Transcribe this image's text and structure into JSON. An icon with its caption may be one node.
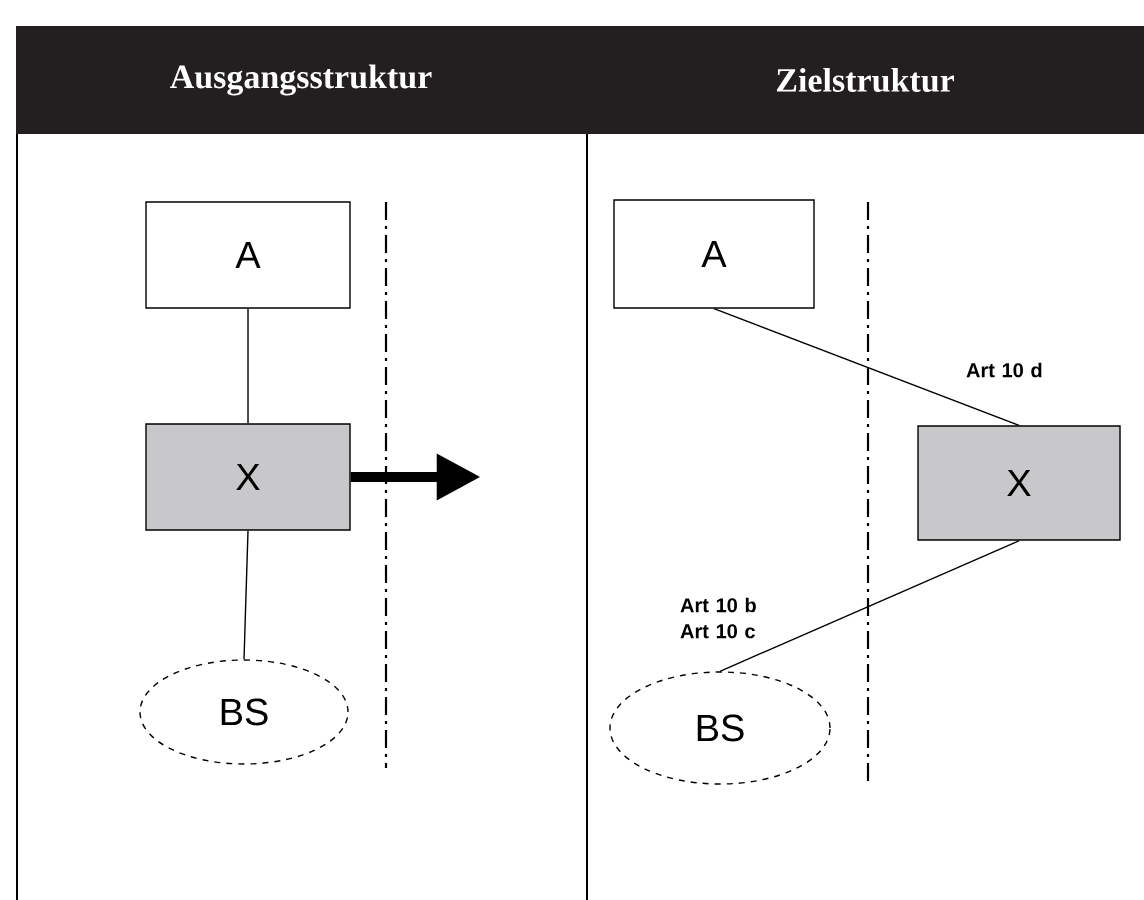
{
  "diagram": {
    "nodes": [
      {
        "text": [
          "Ausgangsstruktur"
        ]
      },
      {
        "text": [
          "Zielstruktur"
        ]
      },
      {
        "text": [
          "A"
        ]
      },
      {
        "text": [
          "X"
        ]
      },
      {
        "text": [
          "BS"
        ]
      },
      {
        "text": [
          "A"
        ]
      },
      {
        "text": [
          "X"
        ]
      },
      {
        "text": [
          "BS"
        ]
      }
    ],
    "edges": [
      {
        "from": 2,
        "to": 3,
        "arrow": "none"
      },
      {
        "from": 3,
        "to": 4,
        "arrow": "none"
      },
      {
        "from": 3,
        "to": null,
        "arrow": "to",
        "style": "thick"
      },
      {
        "from": 5,
        "to": 6,
        "arrow": "none",
        "label": "Art 10 d"
      },
      {
        "from": 6,
        "to": 7,
        "arrow": "none",
        "label": "Art 10 b Art 10 c"
      }
    ]
  }
}
